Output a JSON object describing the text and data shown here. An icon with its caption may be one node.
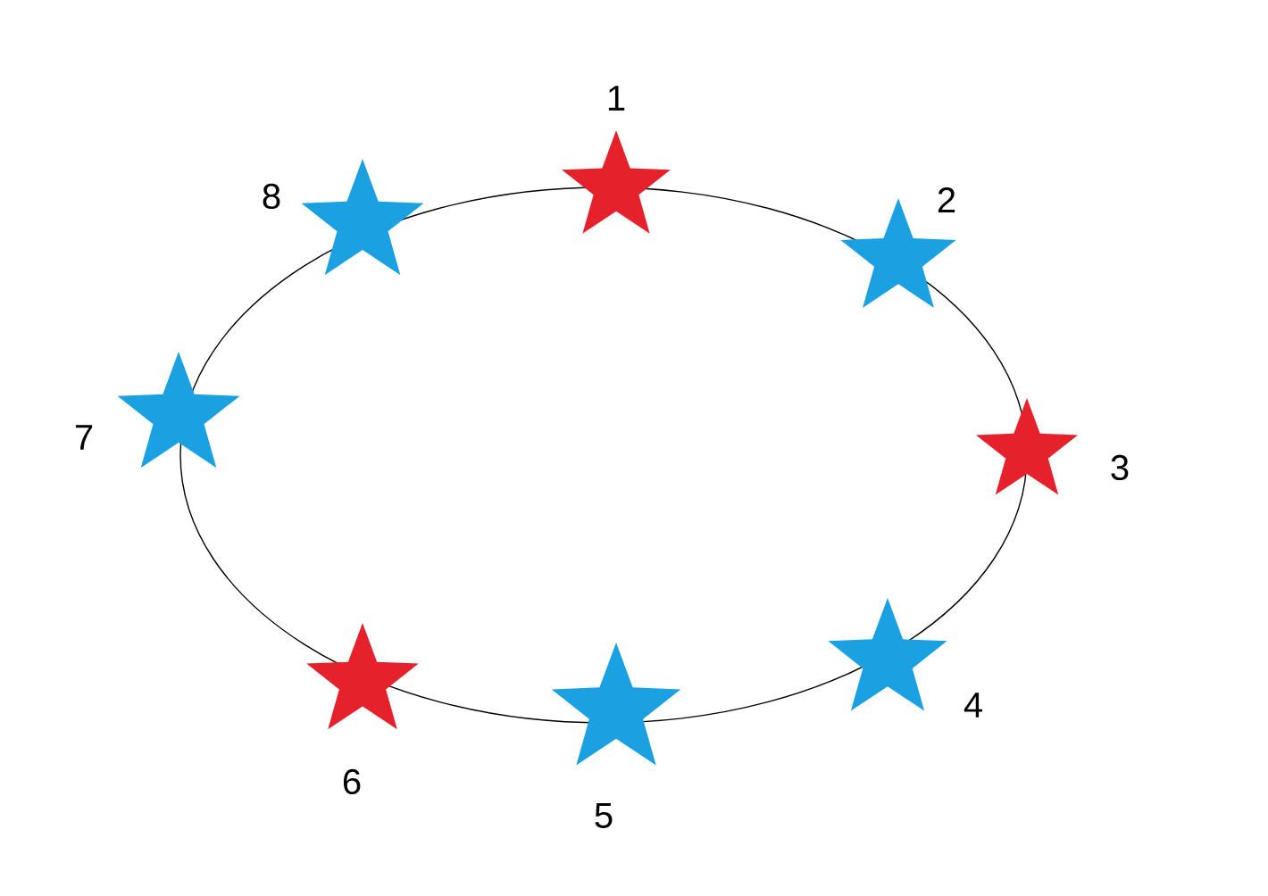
{
  "diagram": {
    "nodes": [
      {
        "text": [],
        "shape": "star",
        "beside": [
          "1"
        ]
      },
      {
        "text": [],
        "shape": "star",
        "beside": [
          "2"
        ]
      },
      {
        "text": [],
        "shape": "star",
        "beside": [
          "3"
        ]
      },
      {
        "text": [],
        "shape": "star",
        "beside": [
          "4"
        ]
      },
      {
        "text": [],
        "shape": "star",
        "beside": [
          "5"
        ]
      },
      {
        "text": [],
        "shape": "star",
        "beside": [
          "6"
        ]
      },
      {
        "text": [],
        "shape": "star",
        "beside": [
          "7"
        ]
      },
      {
        "text": [],
        "shape": "star",
        "beside": [
          "8"
        ]
      }
    ]
  }
}
